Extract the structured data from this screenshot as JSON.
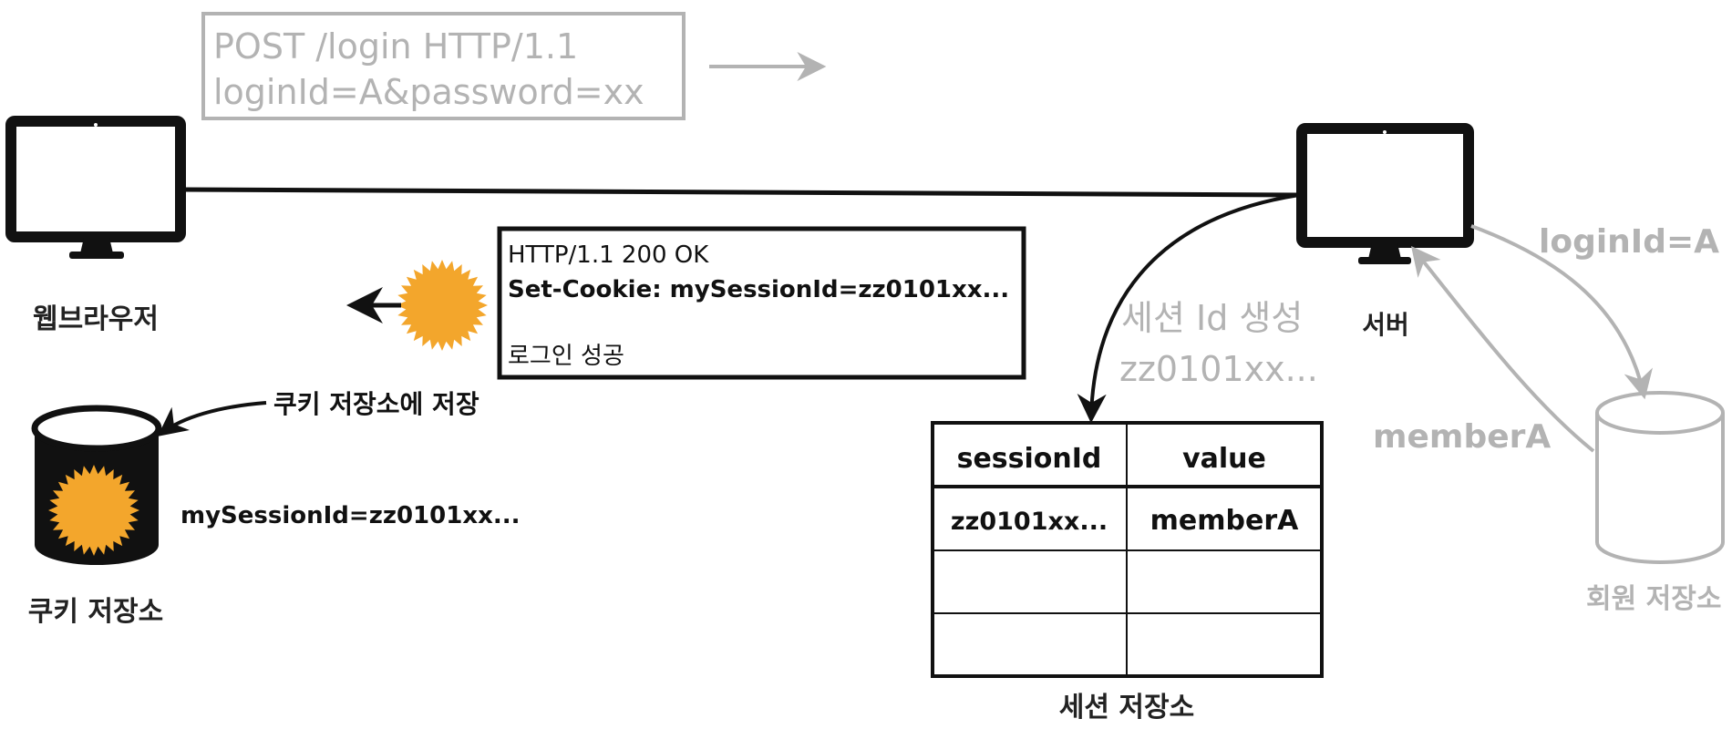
{
  "request": {
    "line1": "POST /login HTTP/1.1",
    "line2": "loginId=A&password=xx"
  },
  "response": {
    "line1": "HTTP/1.1 200 OK",
    "line2": "Set-Cookie: mySessionId=zz0101xx...",
    "line3": "로그인 성공"
  },
  "browser": {
    "label": "웹브라우저"
  },
  "server": {
    "label": "서버"
  },
  "cookie_store": {
    "label": "쿠키 저장소",
    "save_label": "쿠키 저장소에 저장",
    "value": "mySessionId=zz0101xx..."
  },
  "session_create": {
    "line1": "세션 Id 생성",
    "line2": "zz0101xx..."
  },
  "session_store": {
    "label": "세션 저장소",
    "headers": [
      "sessionId",
      "value"
    ],
    "rows": [
      [
        "zz0101xx...",
        "memberA"
      ],
      [
        "",
        ""
      ],
      [
        "",
        ""
      ]
    ]
  },
  "member_store": {
    "label": "회원 저장소",
    "query": "loginId=A",
    "result": "memberA"
  },
  "colors": {
    "ink": "#111111",
    "faded": "#b3b3b3",
    "cookie": "#f3a62c"
  }
}
